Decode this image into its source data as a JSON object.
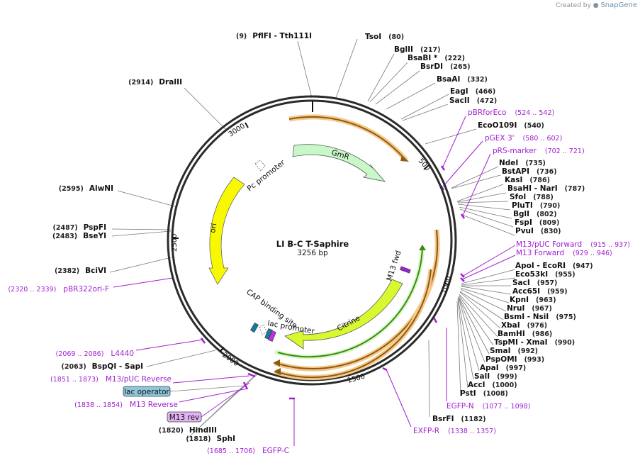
{
  "credit": {
    "prefix": "Created by",
    "brand": "SnapGene",
    "icon": "snapgene-logo-icon"
  },
  "map": {
    "name": "LI B-C T-Saphire",
    "length": "3256 bp"
  },
  "ticks": [
    "500",
    "1000",
    "1500",
    "2000",
    "2500",
    "3000"
  ],
  "features": [
    {
      "key": "gmr",
      "label": "GmR"
    },
    {
      "key": "pc",
      "label": "Pc promoter"
    },
    {
      "key": "ori",
      "label": "ori"
    },
    {
      "key": "citrine",
      "label": "Citrine"
    },
    {
      "key": "m13fwd",
      "label": "M13 fwd"
    },
    {
      "key": "cap",
      "label": "CAP binding site"
    },
    {
      "key": "lacp",
      "label": "lac promoter"
    }
  ],
  "sites_right": [
    {
      "pos": "(80)",
      "name": "TsoI"
    },
    {
      "pos": "(217)",
      "name": "BglII"
    },
    {
      "pos": "(222)",
      "name": "BsaBI *"
    },
    {
      "pos": "(265)",
      "name": "BsrDI"
    },
    {
      "pos": "(332)",
      "name": "BsaAI"
    },
    {
      "pos": "(466)",
      "name": "EagI"
    },
    {
      "pos": "(472)",
      "name": "SacII"
    },
    {
      "pos": "(540)",
      "name": "EcoO109I"
    },
    {
      "pos": "(735)",
      "name": "NdeI"
    },
    {
      "pos": "(736)",
      "name": "BstAPI"
    },
    {
      "pos": "(786)",
      "name": "KasI"
    },
    {
      "pos": "(787)",
      "name": "BsaHI - NarI"
    },
    {
      "pos": "(788)",
      "name": "SfoI"
    },
    {
      "pos": "(790)",
      "name": "PluTI"
    },
    {
      "pos": "(802)",
      "name": "BglI"
    },
    {
      "pos": "(809)",
      "name": "FspI"
    },
    {
      "pos": "(830)",
      "name": "PvuI"
    },
    {
      "pos": "(947)",
      "name": "ApoI - EcoRI"
    },
    {
      "pos": "(955)",
      "name": "Eco53kI"
    },
    {
      "pos": "(957)",
      "name": "SacI"
    },
    {
      "pos": "(959)",
      "name": "Acc65I"
    },
    {
      "pos": "(963)",
      "name": "KpnI"
    },
    {
      "pos": "(967)",
      "name": "NruI"
    },
    {
      "pos": "(975)",
      "name": "BsmI - NsiI"
    },
    {
      "pos": "(976)",
      "name": "XbaI"
    },
    {
      "pos": "(986)",
      "name": "BamHI"
    },
    {
      "pos": "(990)",
      "name": "TspMI - XmaI"
    },
    {
      "pos": "(992)",
      "name": "SmaI"
    },
    {
      "pos": "(993)",
      "name": "PspOMI"
    },
    {
      "pos": "(997)",
      "name": "ApaI"
    },
    {
      "pos": "(999)",
      "name": "SalI"
    },
    {
      "pos": "(1000)",
      "name": "AccI"
    },
    {
      "pos": "(1008)",
      "name": "PstI"
    },
    {
      "pos": "(1182)",
      "name": "BsrFI"
    }
  ],
  "sites_left": [
    {
      "pos": "(9)",
      "name": "PflFI - Tth111I"
    },
    {
      "pos": "(2914)",
      "name": "DraIII"
    },
    {
      "pos": "(2595)",
      "name": "AlwNI"
    },
    {
      "pos": "(2487)",
      "name": "PspFI"
    },
    {
      "pos": "(2483)",
      "name": "BseYI"
    },
    {
      "pos": "(2382)",
      "name": "BciVI"
    },
    {
      "pos": "(2063)",
      "name": "BspQI - SapI"
    },
    {
      "pos": "(1820)",
      "name": "HindIII"
    },
    {
      "pos": "(1818)",
      "name": "SphI"
    }
  ],
  "primers": [
    {
      "name": "pBRforEco",
      "pos": "(524 .. 542)"
    },
    {
      "name": "pGEX 3'",
      "pos": "(580 .. 602)"
    },
    {
      "name": "pRS-marker",
      "pos": "(702 .. 721)"
    },
    {
      "name": "M13/pUC Forward",
      "pos": "(915 .. 937)"
    },
    {
      "name": "M13 Forward",
      "pos": "(929 .. 946)"
    },
    {
      "name": "EGFP-N",
      "pos": "(1077 .. 1098)"
    },
    {
      "name": "EXFP-R",
      "pos": "(1338 .. 1357)"
    },
    {
      "name": "EGFP-C",
      "pos": "(1685 .. 1706)"
    },
    {
      "name": "M13 Reverse",
      "pos": "(1838 .. 1854)"
    },
    {
      "name": "M13/pUC Reverse",
      "pos": "(1851 .. 1873)"
    },
    {
      "name": "L4440",
      "pos": "(2069 .. 2086)"
    },
    {
      "name": "pBR322ori-F",
      "pos": "(2320 .. 2339)"
    }
  ],
  "boxes": [
    {
      "name": "lac operator",
      "color": "#8fc6dc"
    },
    {
      "name": "M13 rev",
      "color": "#e2b3f3"
    }
  ],
  "colors": {
    "backbone": "#2b2b2b",
    "primer": "#a020d0",
    "orange_glow": "#f7c98a",
    "orange_core": "#8b5a14",
    "gmr": "#c8f8c8",
    "ori": "#f8f800",
    "citrine": "#d8f830",
    "green_track": "#3a8a1a"
  }
}
